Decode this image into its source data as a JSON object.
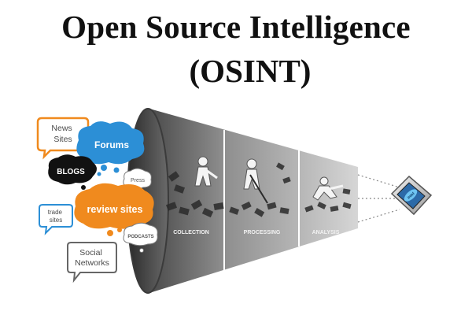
{
  "title": {
    "line1": "Open Source Intelligence",
    "line2": "(OSINT)"
  },
  "sources": {
    "news_sites": "News\nSites",
    "forums": "Forums",
    "blogs": "BLOGS",
    "press": "Press",
    "review_sites": "review sites",
    "trade_sites": "trade\nsites",
    "podcasts": "PODCASTS",
    "social_networks": "Social\nNetworks"
  },
  "stages": [
    "COLLECTION",
    "PROCESSING",
    "ANALYSIS"
  ],
  "output_label": "intel",
  "colors": {
    "funnel_dark": "#5f5f5f",
    "funnel_light": "#c8c8c8",
    "orange": "#f08a1e",
    "blue": "#2c8fd6",
    "black_bubble": "#111111",
    "label_blue": "#1d6fb0"
  }
}
